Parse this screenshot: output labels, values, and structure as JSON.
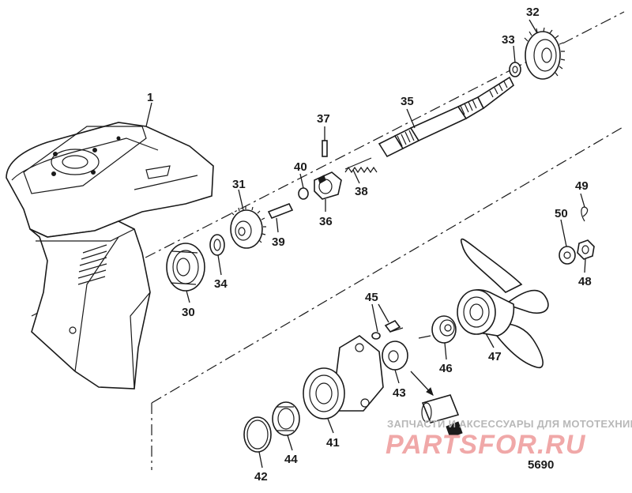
{
  "diagram": {
    "figure_number": "5690",
    "labels": {
      "p1": "1",
      "p30": "30",
      "p31": "31",
      "p32": "32",
      "p33": "33",
      "p34": "34",
      "p35": "35",
      "p36": "36",
      "p37": "37",
      "p38": "38",
      "p39": "39",
      "p40": "40",
      "p41": "41",
      "p42": "42",
      "p43": "43",
      "p44": "44",
      "p45": "45",
      "p46": "46",
      "p47": "47",
      "p48": "48",
      "p49": "49",
      "p50": "50"
    }
  },
  "watermark": {
    "tagline": "ЗАПЧАСТИ И АКСЕССУАРЫ ДЛЯ МОТОТЕХНИКИ",
    "brand": "PARTSFOR.RU",
    "color": "#f0a8a8"
  }
}
